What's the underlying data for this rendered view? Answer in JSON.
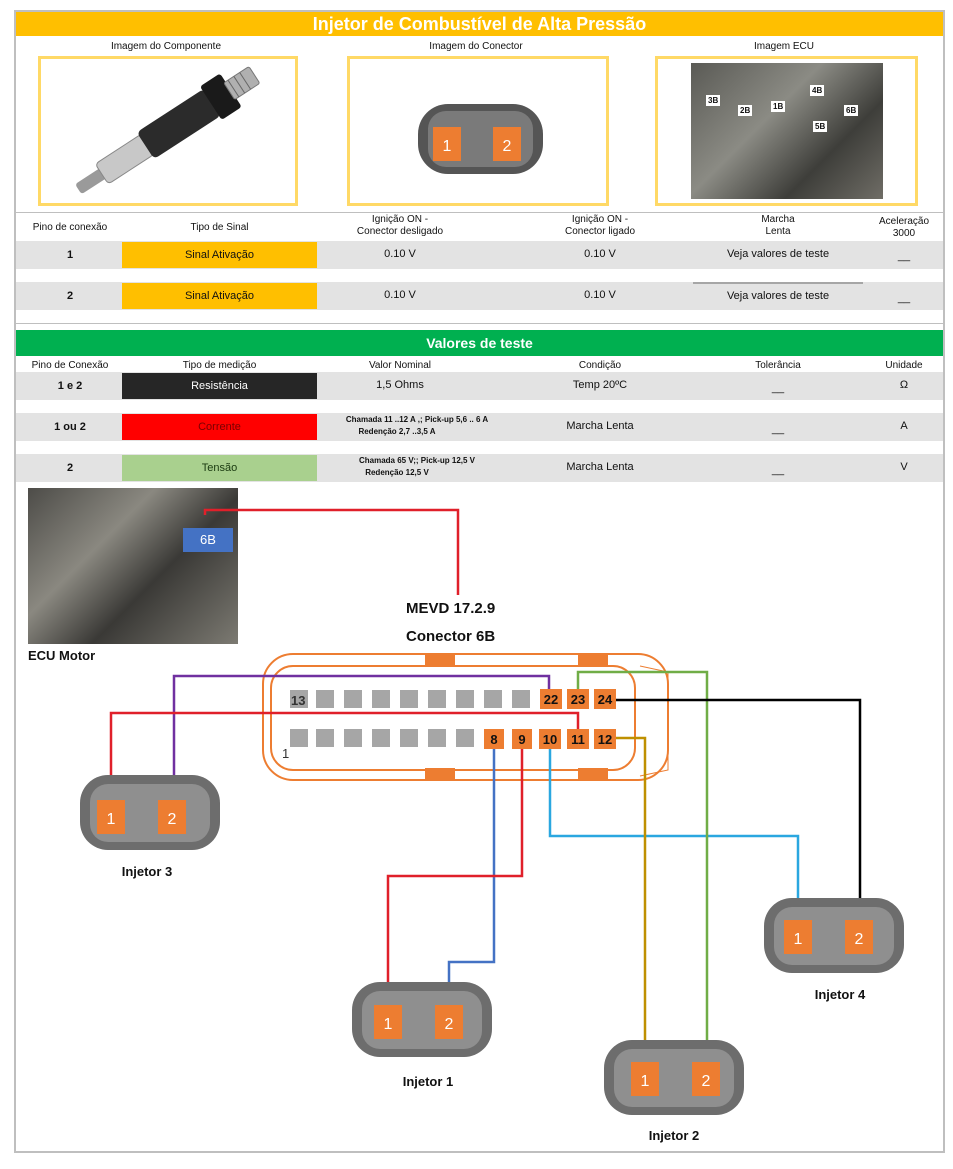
{
  "title": "Injetor de Combustível de Alta Pressão",
  "images": {
    "component_label": "Imagem do Componente",
    "connector_label": "Imagem do Conector",
    "ecu_label": "Imagem ECU",
    "connector_pins": [
      "1",
      "2"
    ],
    "ecu_tags": [
      "3B",
      "2B",
      "1B",
      "4B",
      "6B",
      "5B"
    ]
  },
  "signal_table": {
    "headers": [
      "Pino de conexão",
      "Tipo de Sinal",
      "Ignição ON -\nConector desligado",
      "Ignição ON -\nConector ligado",
      "Marcha\nLenta",
      "Aceleração\n3000"
    ],
    "rows": [
      {
        "pin": "1",
        "signal": "Sinal Ativação",
        "off": "0.10 V",
        "on": "0.10 V",
        "idle": "Veja valores de teste",
        "accel": "__"
      },
      {
        "pin": "2",
        "signal": "Sinal Ativação",
        "off": "0.10 V",
        "on": "0.10 V",
        "idle": "Veja valores de teste",
        "accel": "__"
      }
    ]
  },
  "test_values": {
    "title": "Valores de teste",
    "headers": [
      "Pino de Conexão",
      "Tipo de medição",
      "Valor Nominal",
      "Condição",
      "Tolerância",
      "Unidade"
    ],
    "rows": [
      {
        "pin": "1 e 2",
        "type": "Resistência",
        "type_bg": "#262626",
        "type_fg": "#ffffff",
        "nominal1": "1,5 Ohms",
        "nominal2": "",
        "condition": "Temp 20ºC",
        "tolerance": "__",
        "unit": "Ω"
      },
      {
        "pin": "1 ou 2",
        "type": "Corrente",
        "type_bg": "#ff0000",
        "type_fg": "#7a0000",
        "nominal1": "Chamada 11 ..12 A ,; Pick-up 5,6 .. 6  A",
        "nominal2": "Redenção 2,7 ..3,5 A",
        "condition": "Marcha Lenta",
        "tolerance": "__",
        "unit": "A"
      },
      {
        "pin": "2",
        "type": "Tensão",
        "type_bg": "#a9d08e",
        "type_fg": "#1a3a10",
        "nominal1": "Chamada 65 V;;  Pick-up 12,5 V",
        "nominal2": "Redenção 12,5 V",
        "condition": "Marcha Lenta",
        "tolerance": "__",
        "unit": "V"
      }
    ]
  },
  "diagram": {
    "ecu_tag": "6B",
    "ecu_label": "ECU Motor",
    "ecu_model": "MEVD 17.2.9",
    "connector_title": "Conector 6B",
    "top_row_start": "13",
    "bottom_row_start": "1",
    "top_pins": [
      "22",
      "23",
      "24"
    ],
    "bottom_pins": [
      "8",
      "9",
      "10",
      "11",
      "12"
    ],
    "injectors": [
      "Injetor 1",
      "Injetor 2",
      "Injetor 3",
      "Injetor 4"
    ],
    "injector_pins": [
      "1",
      "2"
    ]
  },
  "colors": {
    "title_bar": "#ffbf00",
    "green_bar": "#00b050",
    "pin_orange": "#ed7d31",
    "wire_red": "#e0202a",
    "wire_purple": "#7030a0",
    "wire_blue": "#4472c4",
    "wire_cyan": "#2aa7e0",
    "wire_olive": "#bf9000",
    "wire_green": "#70ad47",
    "wire_black": "#000000"
  }
}
